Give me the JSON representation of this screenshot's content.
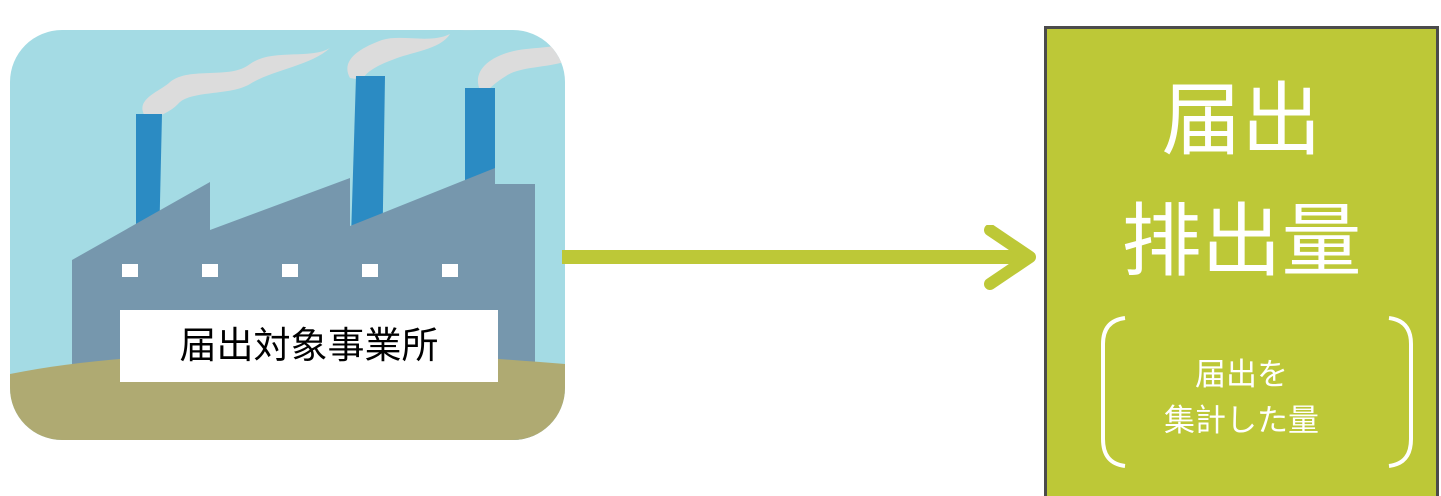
{
  "factory": {
    "label": "届出対象事業所",
    "icon": "factory-icon",
    "colors": {
      "sky": "#a4dbe4",
      "building": "#7697ad",
      "chimney": "#2b8bc3",
      "ground": "#afaa72",
      "smoke": "#dcdcdc"
    }
  },
  "arrow": {
    "icon": "arrow-right-icon",
    "color": "#bdc837"
  },
  "result": {
    "title_line1": "届出",
    "title_line2": "排出量",
    "note_line1": "届出を",
    "note_line2": "集計した量",
    "background": "#bdc837",
    "border": "#4b4b4b"
  }
}
